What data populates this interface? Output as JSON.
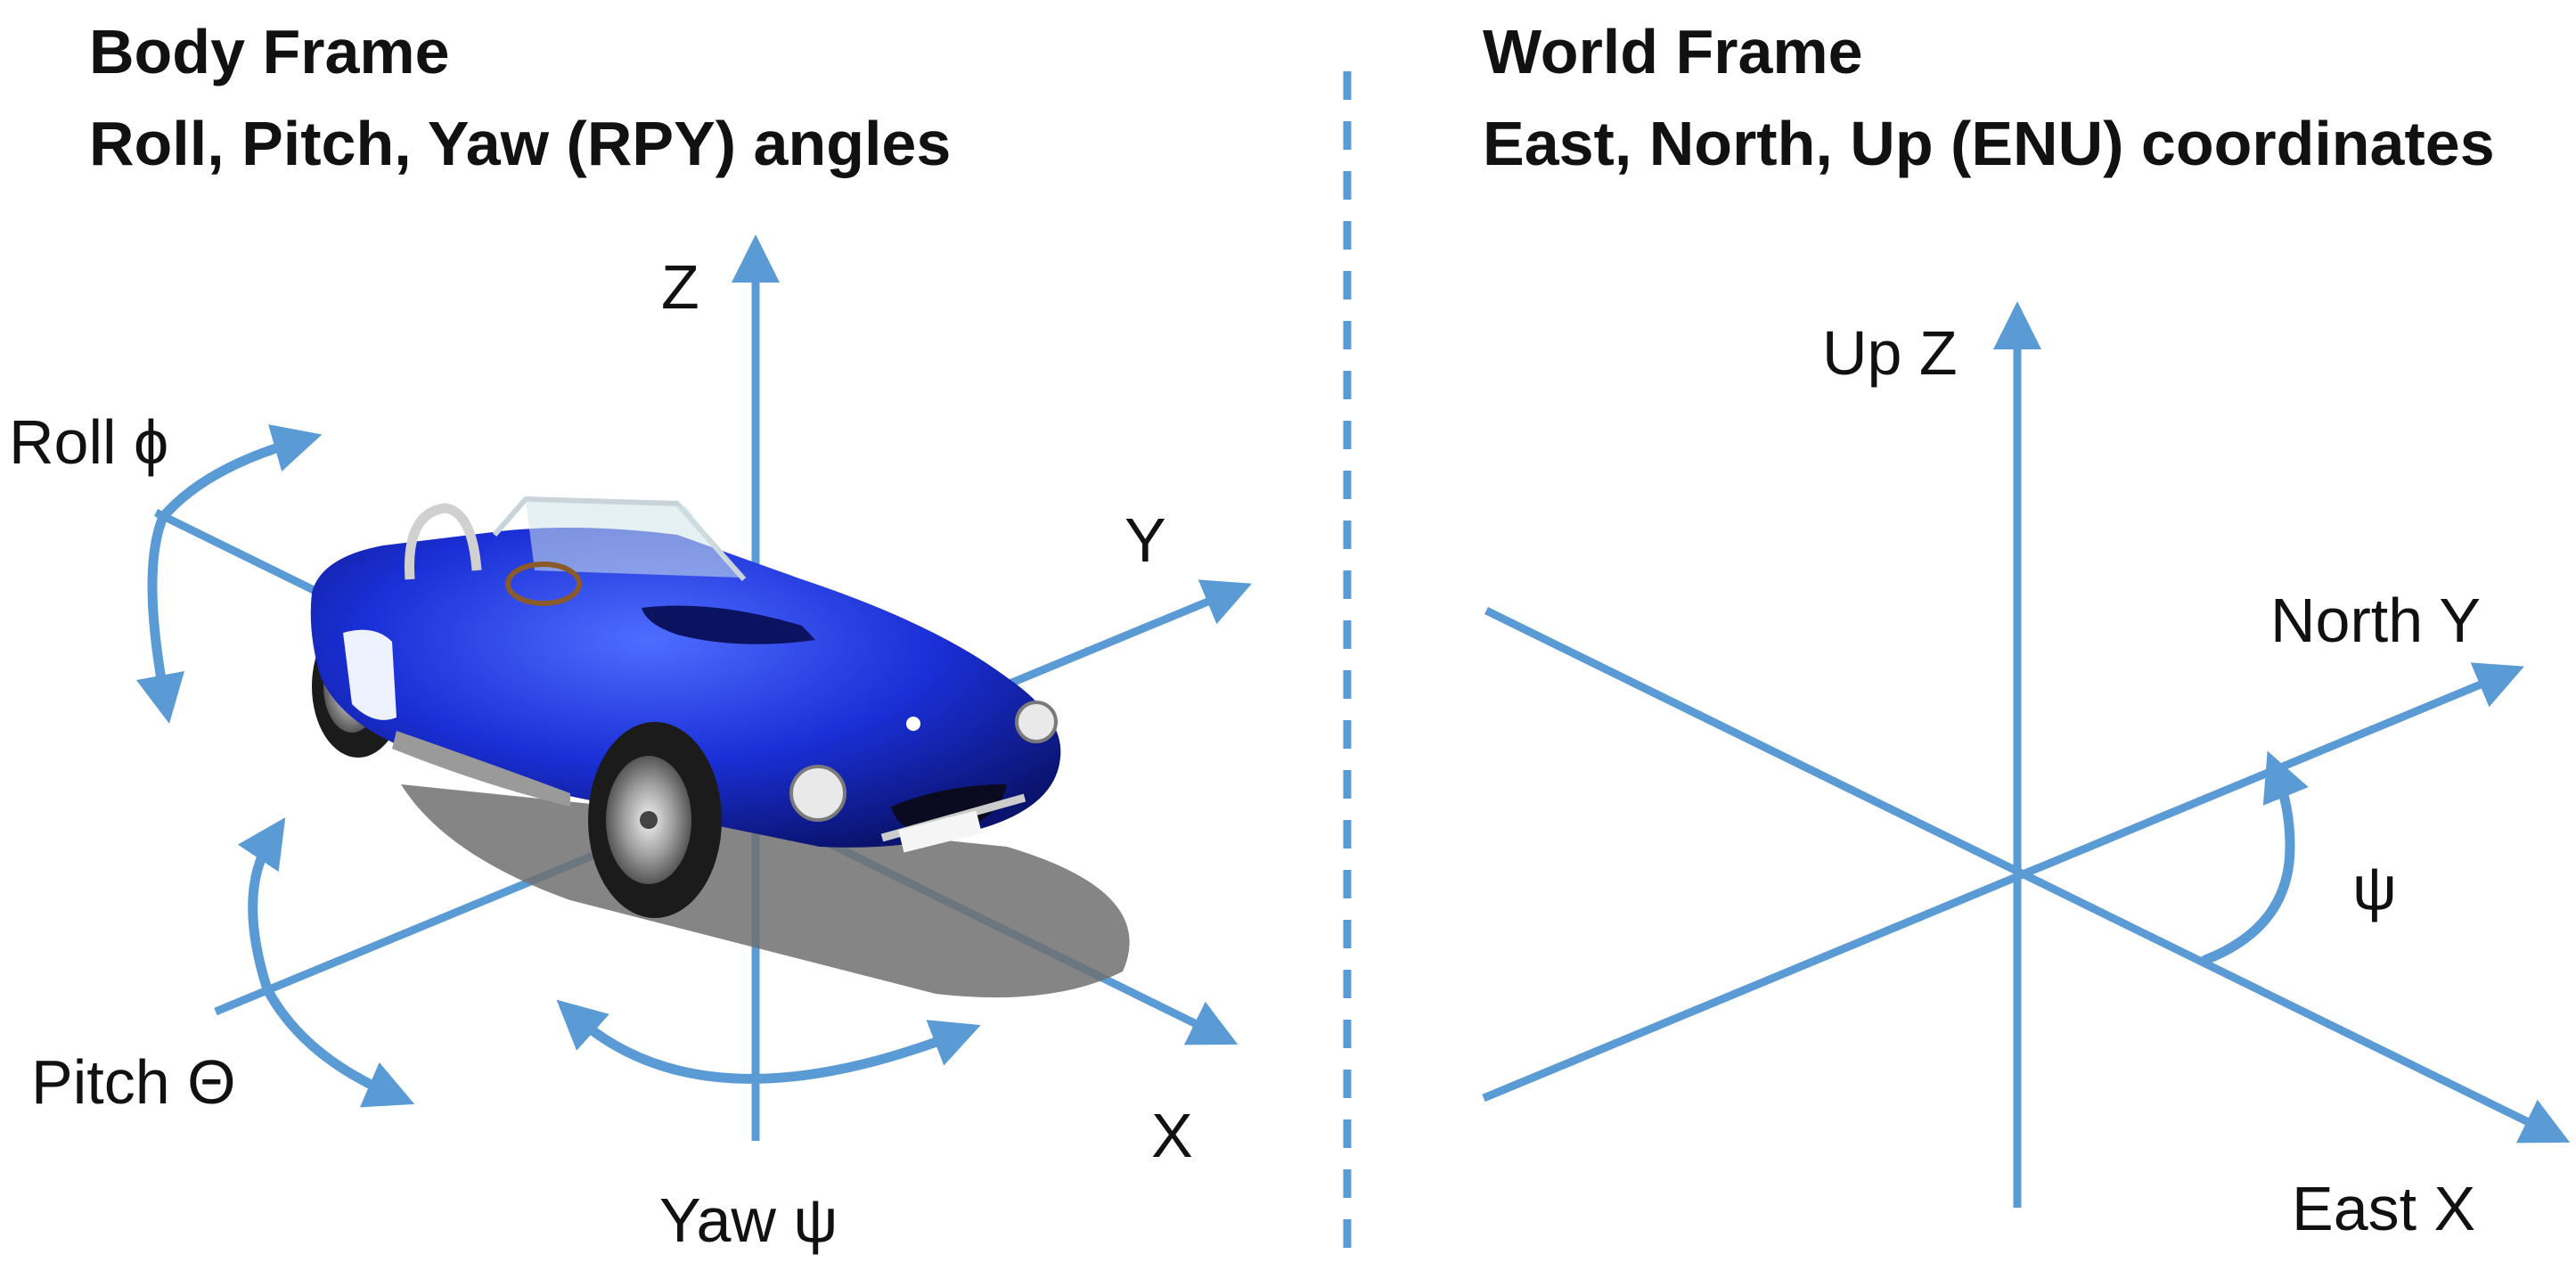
{
  "body_frame": {
    "title": "Body Frame",
    "subtitle": "Roll, Pitch, Yaw (RPY) angles",
    "axes": {
      "z": "Z",
      "y": "Y",
      "x": "X"
    },
    "rotations": {
      "roll": "Roll ϕ",
      "pitch": "Pitch Θ",
      "yaw": "Yaw ψ"
    }
  },
  "world_frame": {
    "title": "World Frame",
    "subtitle": "East, North, Up (ENU) coordinates",
    "axes": {
      "up": "Up Z",
      "north": "North Y",
      "east": "East X"
    },
    "angle_symbol": "ψ"
  },
  "colors": {
    "axis": "#5b9bd5",
    "car_body": "#1a2fd6",
    "text": "#111111"
  },
  "icons": [
    "car-icon"
  ]
}
